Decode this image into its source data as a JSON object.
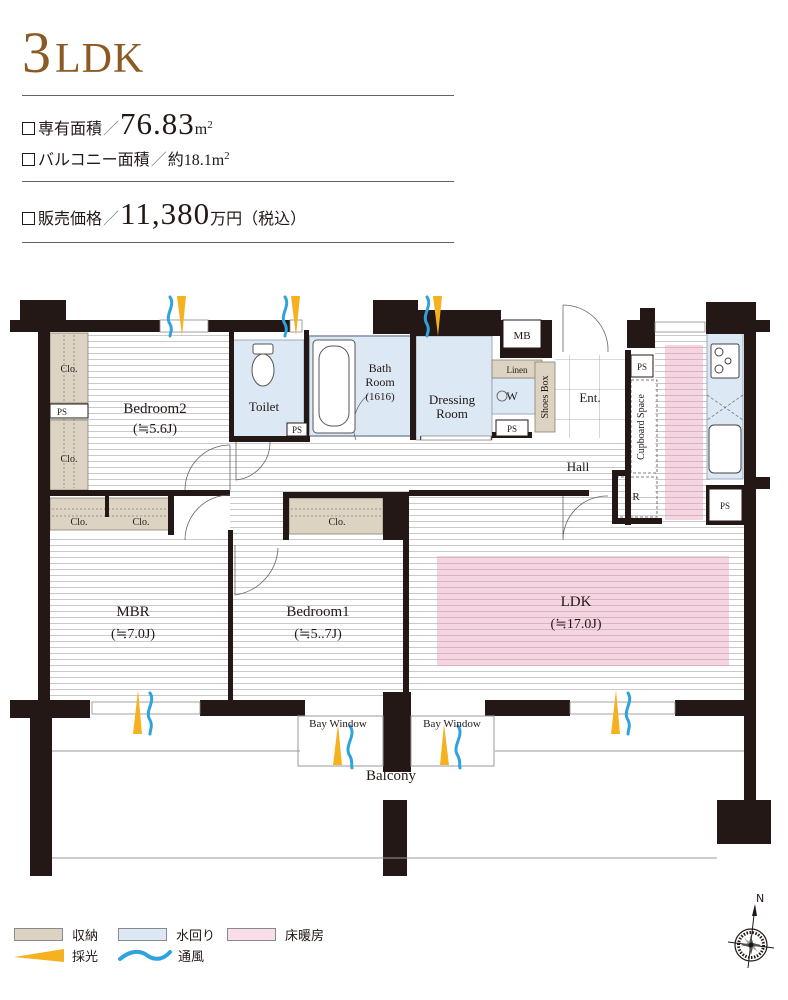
{
  "header": {
    "plan_number": "3",
    "plan_layout": "LDK",
    "specs": {
      "exclusive_area_label": "専有面積",
      "exclusive_area_value": "76.83",
      "exclusive_area_unit": "m",
      "balcony_area_label": "バルコニー面積",
      "balcony_area_prefix": "約",
      "balcony_area_value": "18.1",
      "balcony_area_unit": "m",
      "price_label": "販売価格",
      "price_value": "11,380",
      "price_unit": "万円",
      "price_note": "（税込）",
      "squared": "2",
      "slash": "／"
    }
  },
  "colors": {
    "accent_title": "#8b5a24",
    "wall": "#231815",
    "storage": "#dcd3c3",
    "water": "#dde8f5",
    "floor_heating": "#f6d5e2",
    "light_arrow": "#f5b11f",
    "wind_arrow": "#2fa3de"
  },
  "floorplan": {
    "rooms": {
      "bedroom2": {
        "name": "Bedroom2",
        "size": "(≒5.6J)"
      },
      "toilet": {
        "name": "Toilet"
      },
      "bath": {
        "name_line1": "Bath",
        "name_line2": "Room",
        "size": "(1616)"
      },
      "dressing": {
        "name_line1": "Dressing",
        "name_line2": "Room"
      },
      "mbr": {
        "name": "MBR",
        "size": "(≒7.0J)"
      },
      "bedroom1": {
        "name": "Bedroom1",
        "size": "(≒5..7J)"
      },
      "ldk": {
        "name": "LDK",
        "size": "(≒17.0J)"
      },
      "hall": {
        "name": "Hall"
      },
      "entrance": {
        "name": "Ent."
      },
      "balcony": {
        "name": "Balcony"
      }
    },
    "labels": {
      "closet": "Clo.",
      "pipe_space": "PS",
      "meter_box": "MB",
      "linen": "Linen",
      "washer": "W",
      "shoes_box": "Shoes Box",
      "cupboard": "Cupboard Space",
      "refrigerator": "R",
      "bay_window": "Bay Window"
    }
  },
  "legend": {
    "storage": "収納",
    "water": "水回り",
    "floor_heating": "床暖房",
    "daylight": "採光",
    "ventilation": "通風"
  },
  "compass": {
    "north": "N"
  }
}
